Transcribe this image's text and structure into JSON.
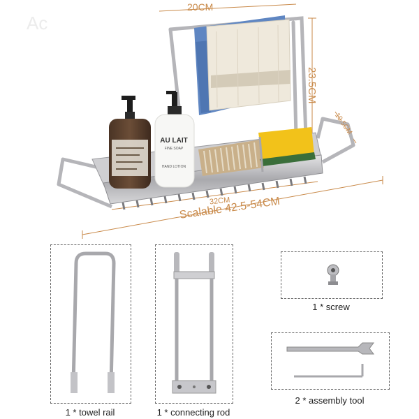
{
  "watermark": "Ac",
  "dimensions": {
    "width_top": "20CM",
    "height": "23.5CM",
    "depth": "10.5CM",
    "length": "32CM",
    "scalable": "Scalable 42.5-54CM"
  },
  "bottles": {
    "left_label_line1": "",
    "right_label_line1": "AU LAIT",
    "right_label_line2": "FINE SOAP",
    "right_label_line3": "HAND LOTION"
  },
  "parts": {
    "towel_rail": "1 * towel rail",
    "connecting_rod": "1 * connecting rod",
    "screw": "1 * screw",
    "assembly_tool": "2 * assembly tool"
  },
  "colors": {
    "dimension_text": "#c98a4a",
    "steel": "#b9b9bd",
    "towel_blue": "#5f86c2",
    "towel_cream": "#efe9dc",
    "sponge": "#f2c21a"
  }
}
